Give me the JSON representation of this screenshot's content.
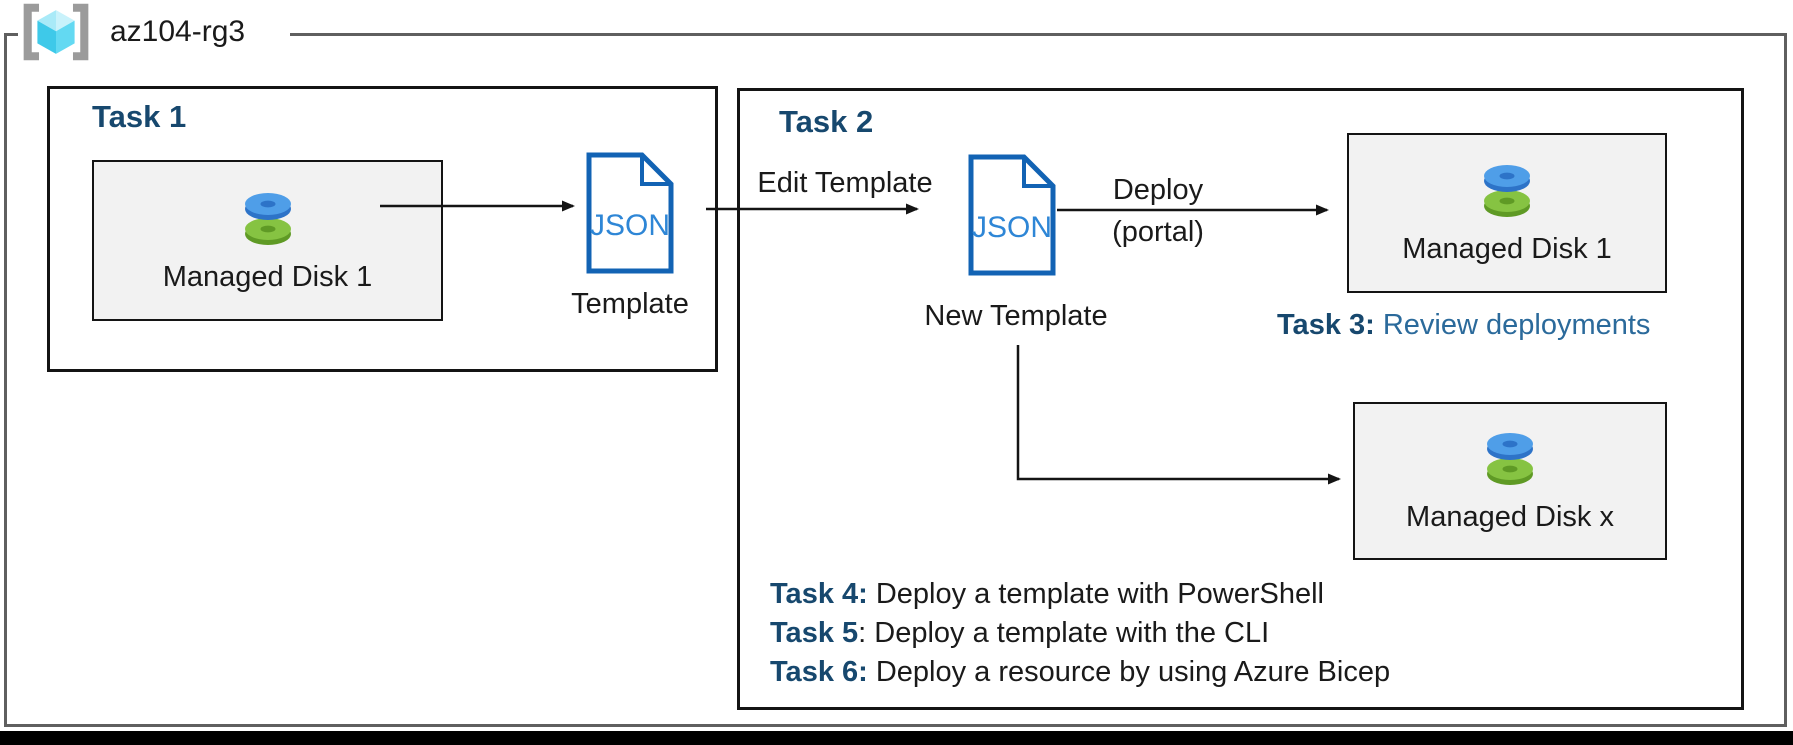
{
  "resource_group": {
    "name": "az104-rg3"
  },
  "task1": {
    "heading": "Task 1",
    "disk_box": {
      "label": "Managed Disk 1"
    },
    "template": {
      "file_type": "JSON",
      "label": "Template"
    }
  },
  "task2": {
    "heading": "Task 2",
    "edit_arrow_label": "Edit Template",
    "new_template": {
      "file_type": "JSON",
      "label": "New Template"
    },
    "deploy_label_line1": "Deploy",
    "deploy_label_line2": "(portal)",
    "disk_box_md1": {
      "label": "Managed Disk 1"
    },
    "disk_box_mdx": {
      "label": "Managed Disk x"
    },
    "task3": {
      "prefix": "Task 3:",
      "text": " Review deployments"
    },
    "task_list": [
      {
        "prefix": "Task 4:",
        "text": " Deploy a template with PowerShell"
      },
      {
        "prefix": "Task 5",
        "text": ": Deploy a template with the CLI"
      },
      {
        "prefix": "Task 6:",
        "text": " Deploy a resource by using Azure Bicep"
      }
    ]
  },
  "colors": {
    "task_heading": "#17486E",
    "task3_text": "#2B6A9B",
    "rg_border": "#5F5F5F",
    "box_border": "#141414",
    "gray_box_fill": "#F2F2F2",
    "json_doc_border": "#1263B4",
    "json_doc_text": "#2E86D6",
    "disk_blue_face": "#4F9EE8",
    "disk_blue_side": "#2D73C8",
    "disk_green_face": "#86C342",
    "disk_green_side": "#5F9A25",
    "cube_cyan": "#3EC9E9",
    "bracket_gray": "#9B9B9B",
    "bottom_bar": "#000000"
  }
}
